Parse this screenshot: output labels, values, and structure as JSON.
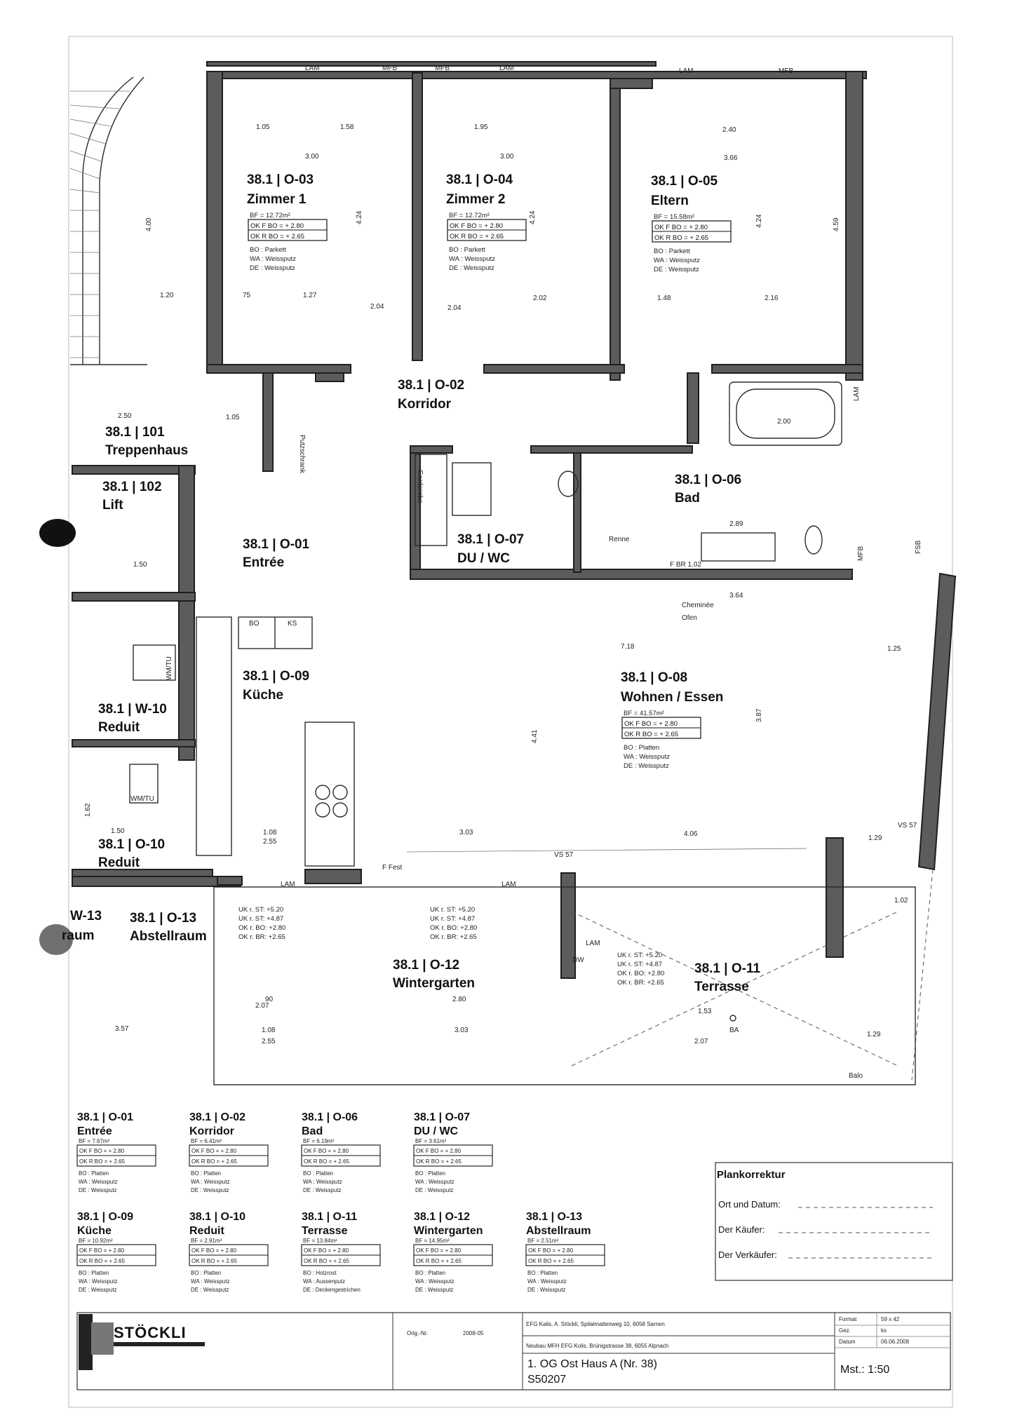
{
  "rooms": [
    {
      "key": "o03",
      "id": "38.1 | O-03",
      "name": "Zimmer 1",
      "bf": "BF = 12.72m²",
      "okf": "OK F BO = + 2.80",
      "okr": "OK R BO = + 2.65",
      "bo": "BO : Parkett",
      "wa": "WA : Weissputz",
      "de": "DE : Weissputz"
    },
    {
      "key": "o04",
      "id": "38.1 | O-04",
      "name": "Zimmer 2",
      "bf": "BF = 12.72m²",
      "okf": "OK F BO = + 2.80",
      "okr": "OK R BO = + 2.65",
      "bo": "BO : Parkett",
      "wa": "WA : Weissputz",
      "de": "DE : Weissputz"
    },
    {
      "key": "o05",
      "id": "38.1 | O-05",
      "name": "Eltern",
      "bf": "BF = 15.58m²",
      "okf": "OK F BO = + 2.80",
      "okr": "OK R BO = + 2.65",
      "bo": "BO : Parkett",
      "wa": "WA : Weissputz",
      "de": "DE : Weissputz"
    },
    {
      "key": "o08",
      "id": "38.1 | O-08",
      "name": "Wohnen / Essen",
      "bf": "BF = 41.57m²",
      "okf": "OK F BO = + 2.80",
      "okr": "OK R BO = + 2.65",
      "bo": "BO : Platten",
      "wa": "WA : Weissputz",
      "de": "DE : Weissputz"
    }
  ],
  "labels": {
    "o02_id": "38.1 | O-02",
    "o02_nm": "Korridor",
    "t101_id": "38.1 | 101",
    "t101_nm": "Treppenhaus",
    "lift_id": "38.1 | 102",
    "lift_nm": "Lift",
    "o01_id": "38.1 | O-01",
    "o01_nm": "Entrée",
    "o06_id": "38.1 | O-06",
    "o06_nm": "Bad",
    "o07_id": "38.1 | O-07",
    "o07_nm": "DU / WC",
    "o09_id": "38.1 | O-09",
    "o09_nm": "Küche",
    "w10_id": "38.1 | W-10",
    "w10_nm": "Reduit",
    "o10_id": "38.1 | O-10",
    "o10_nm": "Reduit",
    "w13_id": "W-13",
    "w13_nm": "raum",
    "o13_id": "38.1 | O-13",
    "o13_nm": "Abstellraum",
    "o12_id": "38.1 | O-12",
    "o12_nm": "Wintergarten",
    "o11_id": "38.1 | O-11",
    "o11_nm": "Terrasse",
    "putzschrank": "Putzschrank",
    "garderobe": "Garderobe",
    "bo": "BO",
    "ks": "KS",
    "wm_tu": "WM/TU",
    "wm_tu2": "WM/TU",
    "cheminee": "Cheminée",
    "ofen": "Ofen",
    "renne": "Renne",
    "fbr": "F BR 1.02",
    "lam": "LAM",
    "mfb": "MFB",
    "ba": "BA",
    "balo": "Balo",
    "fsb": "FSB",
    "dw": "DW",
    "vs57": "VS 57",
    "fest": "F Fest",
    "uk_st": "UK r. ST: +5.20",
    "uk_st2": "UK r. ST: +4.87",
    "ok_bo": "OK r. BO: +2.80",
    "ok_br": "OK r. BR: +2.65"
  },
  "dims": {
    "d_105": "1.05",
    "d_158": "1.58",
    "d_195": "1.95",
    "d_300a": "3.00",
    "d_300b": "3.00",
    "d_366": "3.66",
    "d_240": "2.40",
    "d_424a": "4.24",
    "d_424b": "4.24",
    "d_424c": "4.24",
    "d_459": "4.59",
    "d_400": "4.00",
    "d_120": "1.20",
    "d_75": "75",
    "d_127": "1.27",
    "d_204a": "2.04",
    "d_204b": "2.04",
    "d_202": "2.02",
    "d_148": "1.48",
    "d_216": "2.16",
    "d_250": "2.50",
    "d_105b": "1.05",
    "d_200": "2.00",
    "d_718": "7.18",
    "d_125": "1.25",
    "d_441": "4.41",
    "d_387": "3.87",
    "d_303": "3.03",
    "d_406": "4.06",
    "d_108": "1.08",
    "d_255": "2.55",
    "d_150": "1.50",
    "d_150b": "1.50",
    "d_162": "1.62",
    "d_357": "3.57",
    "d_289": "2.89",
    "d_364": "3.64",
    "d_129": "1.29",
    "d_207": "2.07",
    "d_280": "2.80",
    "d_102": "1.02",
    "d_153": "1.53",
    "d_303b": "3.03",
    "d_108b": "1.08",
    "d_255b": "2.55",
    "d_90": "90",
    "d_207b": "2.07",
    "d_129b": "1.29"
  },
  "legend": [
    {
      "id": "38.1 | O-01",
      "nm": "Entrée",
      "bf": "BF = 7.67m²",
      "okf": "OK F BO = + 2.80",
      "okr": "OK R BO = + 2.65",
      "bo": "BO : Platten",
      "wa": "WA : Weissputz",
      "de": "DE : Weissputz"
    },
    {
      "id": "38.1 | O-02",
      "nm": "Korridor",
      "bf": "BF = 6.41m²",
      "okf": "OK F BO = + 2.80",
      "okr": "OK R BO = + 2.65",
      "bo": "BO : Platten",
      "wa": "WA : Weissputz",
      "de": "DE : Weissputz"
    },
    {
      "id": "38.1 | O-06",
      "nm": "Bad",
      "bf": "BF = 6.19m²",
      "okf": "OK F BO = + 2.80",
      "okr": "OK R BO = + 2.65",
      "bo": "BO : Platten",
      "wa": "WA : Weissputz",
      "de": "DE : Weissputz"
    },
    {
      "id": "38.1 | O-07",
      "nm": "DU / WC",
      "bf": "BF = 3.61m²",
      "okf": "OK F BO = + 2.80",
      "okr": "OK R BO = + 2.65",
      "bo": "BO : Platten",
      "wa": "WA : Weissputz",
      "de": "DE : Weissputz"
    },
    {
      "id": "38.1 | O-09",
      "nm": "Küche",
      "bf": "BF = 10.92m²",
      "okf": "OK F BO = + 2.80",
      "okr": "OK R BO = + 2.65",
      "bo": "BO : Platten",
      "wa": "WA : Weissputz",
      "de": "DE : Weissputz"
    },
    {
      "id": "38.1 | O-10",
      "nm": "Reduit",
      "bf": "BF = 2.91m²",
      "okf": "OK F BO = + 2.80",
      "okr": "OK R BO = + 2.65",
      "bo": "BO : Platten",
      "wa": "WA : Weissputz",
      "de": "DE : Weissputz"
    },
    {
      "id": "38.1 | O-11",
      "nm": "Terrasse",
      "bf": "BF = 13.84m²",
      "okf": "OK F BO = + 2.80",
      "okr": "OK R BO = + 2.65",
      "bo": "BO : Holzrost",
      "wa": "WA : Aussenputz",
      "de": "DE : Deckengestrichen"
    },
    {
      "id": "38.1 | O-12",
      "nm": "Wintergarten",
      "bf": "BF = 14.95m²",
      "okf": "OK F BO = + 2.80",
      "okr": "OK R BO = + 2.65",
      "bo": "BO : Platten",
      "wa": "WA : Weissputz",
      "de": "DE : Weissputz"
    },
    {
      "id": "38.1 | O-13",
      "nm": "Abstellraum",
      "bf": "BF = 2.51m²",
      "okf": "OK F BO = + 2.80",
      "okr": "OK R BO = + 2.65",
      "bo": "BO : Platten",
      "wa": "WA : Weissputz",
      "de": "DE : Weissputz"
    }
  ],
  "plankorrektur": {
    "title": "Plankorrektur",
    "ort": "Ort und Datum:",
    "kaeufer": "Der Käufer:",
    "verkaeufer": "Der Verkäufer:"
  },
  "titleblock": {
    "logo": "STÖCKLI",
    "client": "EFG Kalis, A. Stöckli, Spilalmattenweg 10, 6058 Sarnen",
    "project": "Neubau MFH EFG Kolis, Brünigstrasse 38, 6055 Alpnach",
    "plan": "1. OG Ost Haus A (Nr. 38)",
    "number": "S50207",
    "scale": "Mst.: 1:50",
    "orig": "Orig.-Nr.",
    "orig_date": "2008-05",
    "r1": "Format",
    "r1v": "59 x 42",
    "r2": "Gez.",
    "r2v": "ks",
    "r3": "Datum",
    "r3v": "06.06.2008"
  }
}
